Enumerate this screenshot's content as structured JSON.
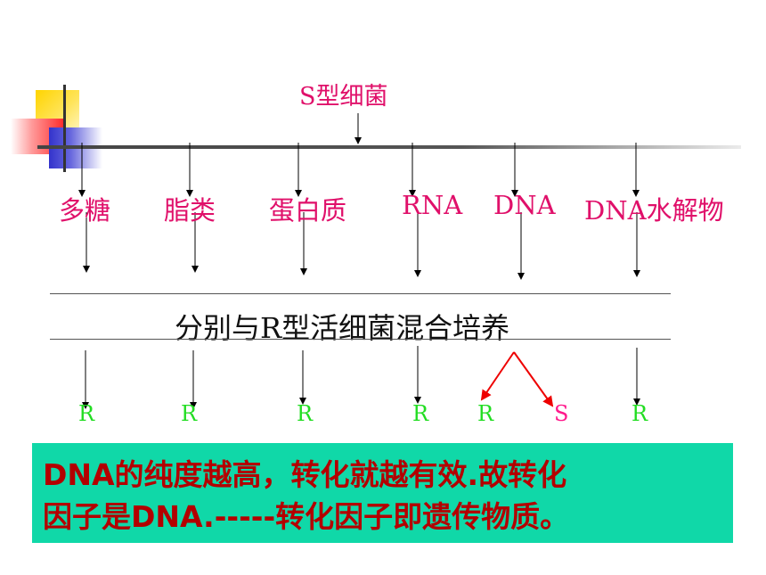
{
  "title": "S型细菌",
  "components": [
    "多糖",
    "脂类",
    "蛋白质",
    "RNA",
    "DNA",
    "DNA水解物"
  ],
  "mix_label": "分别与R型活细菌混合培养",
  "results": [
    {
      "label": "R",
      "color": "#22dd22"
    },
    {
      "label": "R",
      "color": "#22dd22"
    },
    {
      "label": "R",
      "color": "#22dd22"
    },
    {
      "label": "R",
      "color": "#22dd22"
    },
    {
      "label": "R",
      "color": "#22dd22"
    },
    {
      "label": "S",
      "color": "#ff1a8c"
    },
    {
      "label": "R",
      "color": "#22dd22"
    }
  ],
  "conclusion": {
    "line1": "DNA的纯度越高，转化就越有效.故转化",
    "line2": "因子是DNA.-----转化因子即遗传物质。"
  },
  "colors": {
    "title": "#e0106a",
    "conclusion_bg": "#10d8a8",
    "conclusion_text": "#b30000",
    "branch_arrow": "#ee0000"
  }
}
